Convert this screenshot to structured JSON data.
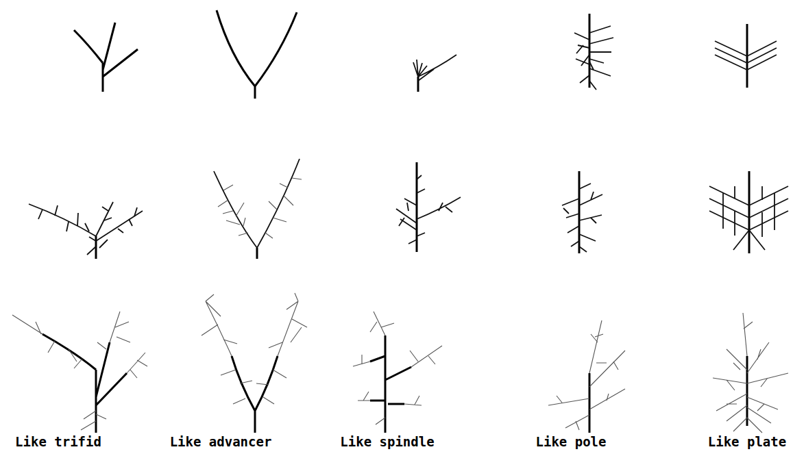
{
  "diagram": {
    "labels": [
      "Like trifid",
      "Like advancer",
      "Like spindle",
      "Like pole",
      "Like plate"
    ]
  }
}
